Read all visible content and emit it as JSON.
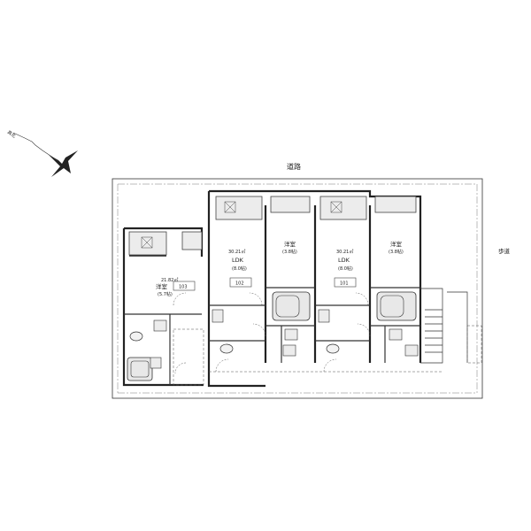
{
  "north_label": "真北",
  "road_label": "道路",
  "sidewalk_label": "歩道",
  "units": [
    {
      "number": "103",
      "area": "21.82㎡",
      "room": "洋室",
      "size": "(5.7帖)"
    },
    {
      "number": "102",
      "area": "30.21㎡",
      "room": "LDK",
      "size": "(8.0帖)",
      "room2": "洋室",
      "size2": "(3.8帖)"
    },
    {
      "number": "101",
      "area": "30.21㎡",
      "room": "LDK",
      "size": "(8.0帖)",
      "room2": "洋室",
      "size2": "(3.8帖)"
    }
  ],
  "colors": {
    "line": "#333333",
    "fill_light": "#e6e6e6",
    "fill_dark": "#6b6b6b"
  }
}
